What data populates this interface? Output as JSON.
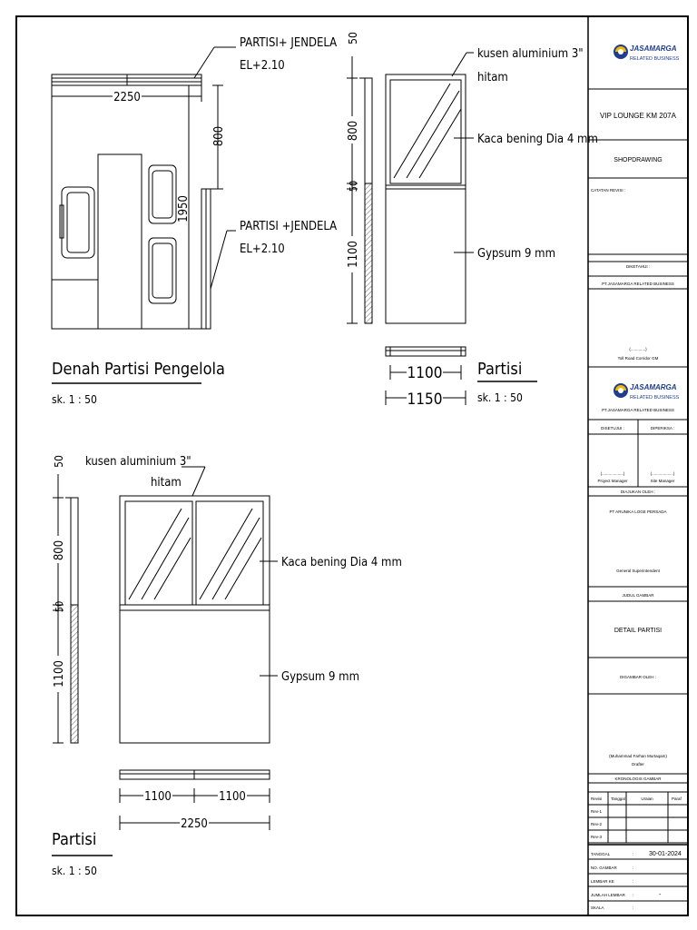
{
  "plan": {
    "callout_top": [
      "PARTISI+ JENDELA",
      "EL+2.10"
    ],
    "callout_bottom": [
      "PARTISI +JENDELA",
      "EL+2.10"
    ],
    "dim_width": "2250",
    "dim_800": "800",
    "dim_1950": "1950",
    "title": "Denah Partisi Pengelola",
    "scale": "sk. 1 : 50"
  },
  "elev_right": {
    "dim_50": "50",
    "dim_800": "800",
    "dim_50b": "50",
    "dim_1100": "1100",
    "frame_note": [
      "kusen aluminium 3\"",
      "hitam"
    ],
    "glass_note": "Kaca bening Dia 4 mm",
    "gypsum_note": "Gypsum 9 mm",
    "dim_1100_bottom": "1100",
    "dim_1150": "1150",
    "title": "Partisi",
    "scale": "sk. 1 : 50"
  },
  "elev_bottom": {
    "dim_50": "50",
    "dim_800": "800",
    "dim_50b": "50",
    "dim_1100": "1100",
    "frame_note": [
      "kusen aluminium 3\"",
      "hitam"
    ],
    "glass_note": "Kaca bening Dia 4 mm",
    "gypsum_note": "Gypsum 9 mm",
    "dim_1100_a": "1100",
    "dim_1100_b": "1100",
    "dim_2250": "2250",
    "title": "Partisi",
    "scale": "sk. 1 : 50"
  },
  "title_block": {
    "logo_text": [
      "JASAMARGA",
      "RELATED BUSINESS"
    ],
    "project": "VIP LOUNGE KM 207A",
    "drawing_type": "SHOPDRAWING",
    "revision_notes_label": "CATATAN REVISI :",
    "known_label": "DIKETAHUI :",
    "known_company": "PT.JASAMARGA RELATED BUSINESS",
    "known_sign_line": "(.............)",
    "known_role": "Toll Road Corridor GM",
    "logo2_text": [
      "JASAMARGA",
      "RELATED BUSINESS"
    ],
    "company2": "PT.JASAMARGA RELATED BUSINESS",
    "approved_label": "DISETUJUI :",
    "checked_label": "DIPERIKSA :",
    "approved_sign": "(...................)",
    "approved_role": "Project Manager",
    "checked_sign": "(...................)",
    "checked_role": "Site Manager",
    "submitted_label": "DIAJUKAN OLEH :",
    "submitted_company": "PT ARUNIKA LOGE PERSADA",
    "submitted_role": "General Superintendent",
    "drawing_title_label": "JUDUL GAMBAR",
    "drawing_title": "DETAIL PARTISI",
    "drawn_by_label": "DIGAMBAR OLEH :",
    "drafter_name": "(Muhammad Farhan Murtaqam)",
    "drafter_role": "Drafter",
    "chronology_label": "KRONOLOGIS GAMBAR",
    "rev_headers": [
      "Revisi",
      "Tanggal",
      "Uraian",
      "Paraf"
    ],
    "rev_rows": [
      "Rev-1",
      "Rev-2",
      "Rev-3"
    ],
    "meta": [
      {
        "label": "TANGGAL",
        "value": "30-01-2024"
      },
      {
        "label": "NO. GAMBAR",
        "value": ""
      },
      {
        "label": "LEMBAR KE",
        "value": ""
      },
      {
        "label": "JUMLAH LEMBAR",
        "value": "-"
      },
      {
        "label": "SKALA",
        "value": ""
      }
    ]
  }
}
